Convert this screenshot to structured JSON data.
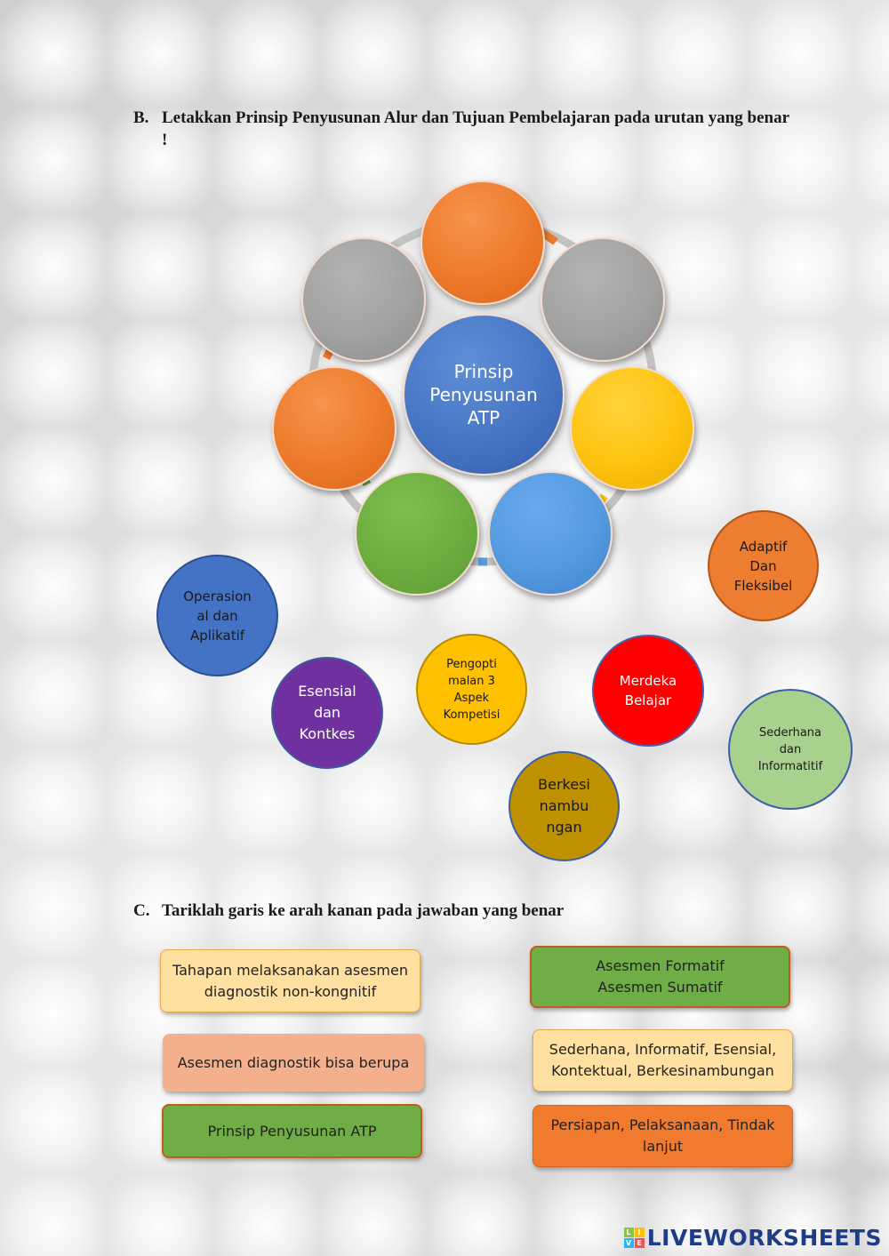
{
  "section_b": {
    "number": "B.",
    "instruction": "Letakkan Prinsip Penyusunan Alur dan Tujuan Pembelajaran pada urutan yang benar !"
  },
  "diagram": {
    "center_label": "Prinsip Penyusunan ATP"
  },
  "answer_options": [
    {
      "label": "Adaptif\nDan\nFleksibel"
    },
    {
      "label": "Operasion\nal dan\nAplikatif"
    },
    {
      "label": "Pengopti\nmalan 3\nAspek\nKompetisi"
    },
    {
      "label": "Merdeka\nBelajar"
    },
    {
      "label": "Esensial\ndan\nKontkes"
    },
    {
      "label": "Sederhana\ndan\nInformatitif"
    },
    {
      "label": "Berkesi\nnambu\nngan"
    }
  ],
  "section_c": {
    "number": "C.",
    "instruction": "Tariklah garis ke arah kanan pada jawaban yang benar",
    "left_items": [
      "Tahapan melaksanakan asesmen\ndiagnostik non-kongnitif",
      "Asesmen diagnostik bisa berupa",
      "Prinsip Penyusunan ATP"
    ],
    "right_items": [
      "Asesmen Formatif\nAsesmen Sumatif",
      "Sederhana, Informatif, Esensial,\nKontektual, Berkesinambungan",
      "Persiapan, Pelaksanaan, Tindak\nlanjut"
    ]
  },
  "footer": {
    "logo_letters": [
      "L",
      "I",
      "V",
      "E"
    ],
    "brand": "LIVEWORKSHEETS"
  }
}
